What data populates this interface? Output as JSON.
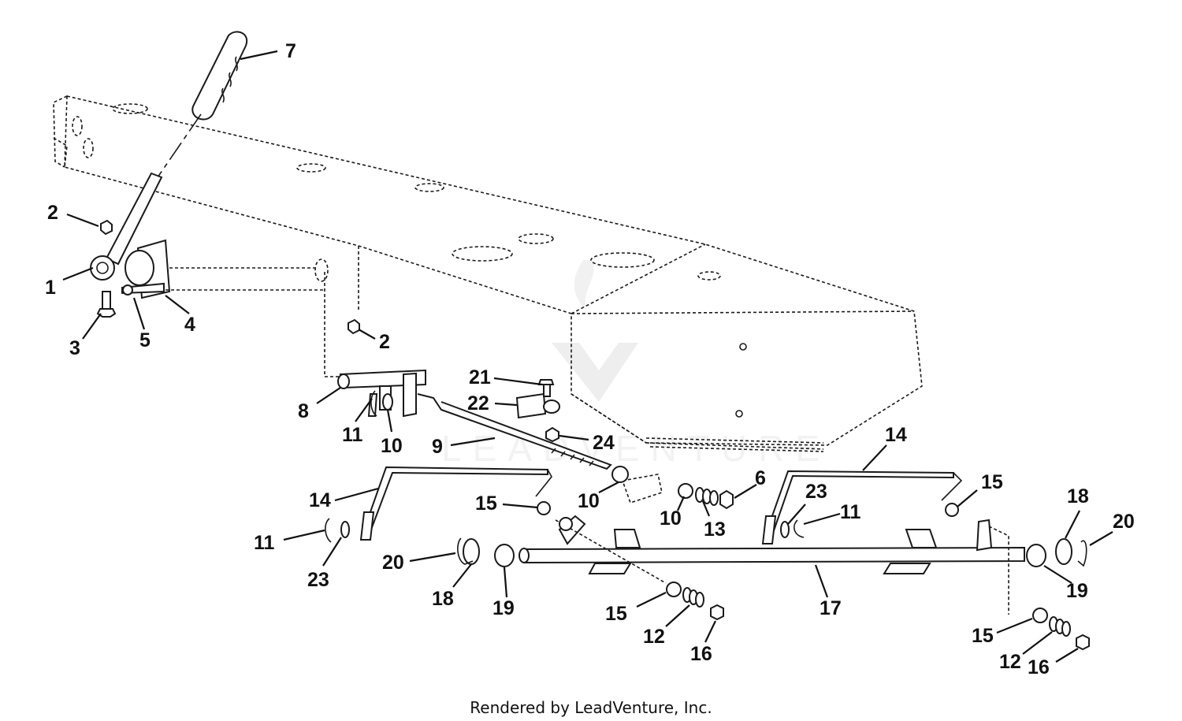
{
  "diagram": {
    "callouts": [
      "1",
      "2",
      "2",
      "3",
      "4",
      "5",
      "6",
      "7",
      "8",
      "9",
      "10",
      "10",
      "10",
      "11",
      "11",
      "11",
      "12",
      "12",
      "13",
      "14",
      "14",
      "15",
      "15",
      "15",
      "15",
      "16",
      "16",
      "17",
      "18",
      "18",
      "19",
      "19",
      "20",
      "20",
      "21",
      "22",
      "23",
      "23",
      "24"
    ]
  },
  "footer": {
    "credit": "Rendered by LeadVenture, Inc."
  },
  "watermark": {
    "text": "LEADVENTURE"
  },
  "colors": {
    "ink": "#111111",
    "background": "#ffffff",
    "watermark": "#d9d9d9"
  }
}
